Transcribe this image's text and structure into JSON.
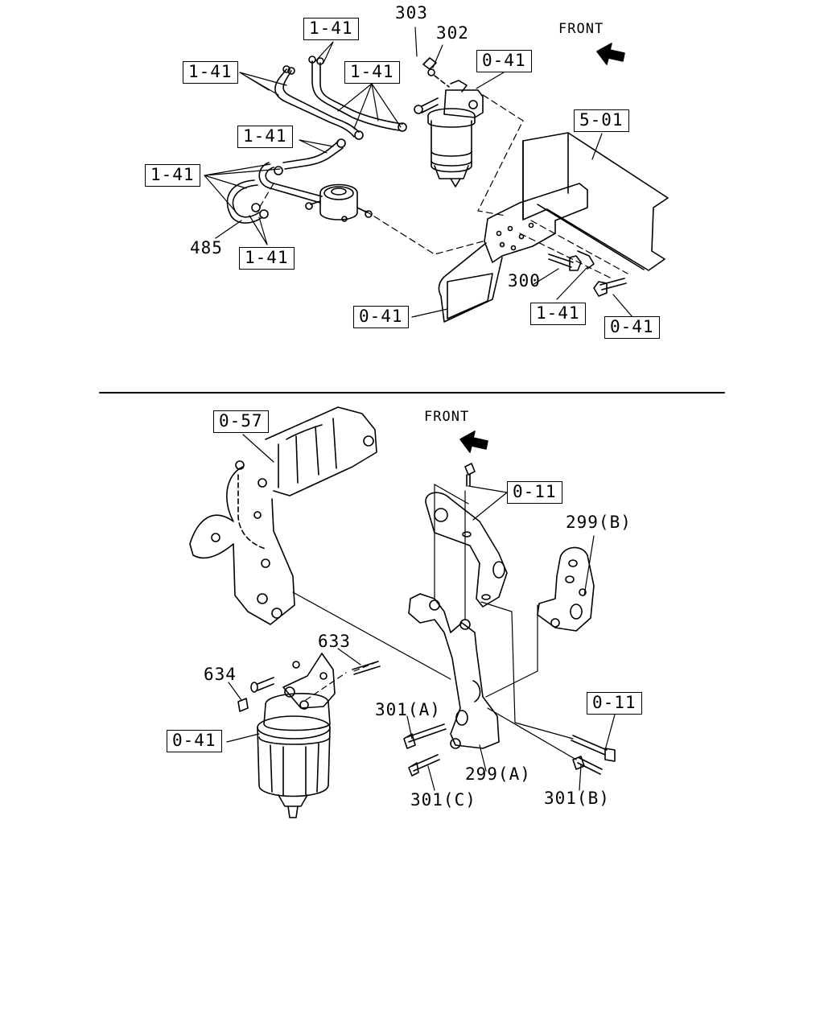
{
  "top": {
    "front_label": "FRONT",
    "callouts": [
      {
        "id": "c1",
        "text": "1-41",
        "boxed": true
      },
      {
        "id": "c2",
        "text": "1-41",
        "boxed": true
      },
      {
        "id": "c3",
        "text": "1-41",
        "boxed": true
      },
      {
        "id": "c4",
        "text": "1-41",
        "boxed": true
      },
      {
        "id": "c5",
        "text": "1-41",
        "boxed": true
      },
      {
        "id": "c6",
        "text": "1-41",
        "boxed": true
      },
      {
        "id": "c7",
        "text": "1-41",
        "boxed": true
      },
      {
        "id": "c8",
        "text": "303",
        "boxed": false
      },
      {
        "id": "c9",
        "text": "302",
        "boxed": false
      },
      {
        "id": "c10",
        "text": "0-41",
        "boxed": true
      },
      {
        "id": "c11",
        "text": "5-01",
        "boxed": true
      },
      {
        "id": "c12",
        "text": "485",
        "boxed": false
      },
      {
        "id": "c13",
        "text": "300",
        "boxed": false
      },
      {
        "id": "c14",
        "text": "0-41",
        "boxed": true
      },
      {
        "id": "c15",
        "text": "0-41",
        "boxed": true
      }
    ]
  },
  "bottom": {
    "front_label": "FRONT",
    "callouts": [
      {
        "id": "d1",
        "text": "0-57",
        "boxed": true
      },
      {
        "id": "d2",
        "text": "0-11",
        "boxed": true
      },
      {
        "id": "d3",
        "text": "299(B)",
        "boxed": false
      },
      {
        "id": "d4",
        "text": "633",
        "boxed": false
      },
      {
        "id": "d5",
        "text": "634",
        "boxed": false
      },
      {
        "id": "d6",
        "text": "0-41",
        "boxed": true
      },
      {
        "id": "d7",
        "text": "301(A)",
        "boxed": false
      },
      {
        "id": "d8",
        "text": "0-11",
        "boxed": true
      },
      {
        "id": "d9",
        "text": "299(A)",
        "boxed": false
      },
      {
        "id": "d10",
        "text": "301(C)",
        "boxed": false
      },
      {
        "id": "d11",
        "text": "301(B)",
        "boxed": false
      }
    ]
  }
}
